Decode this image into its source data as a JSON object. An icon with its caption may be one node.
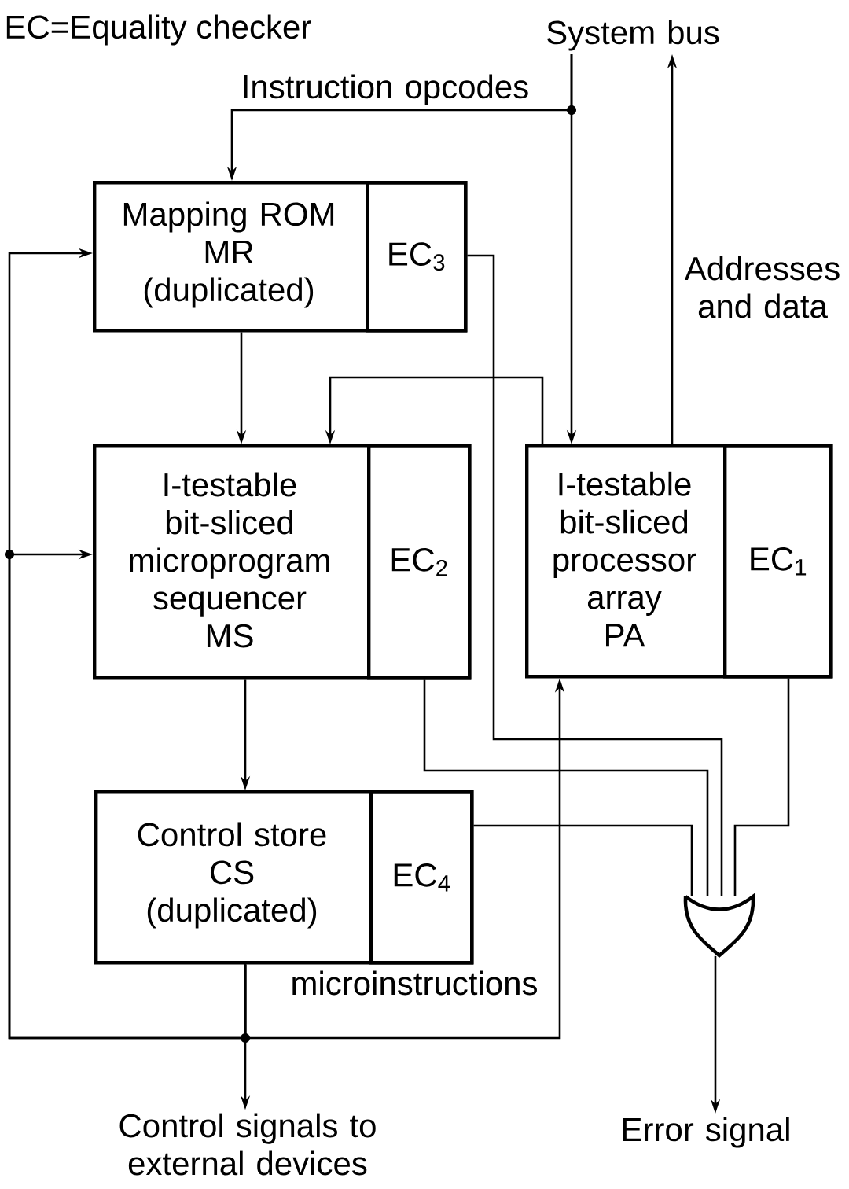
{
  "diagram": {
    "nodes": [
      {
        "text": [
          "Mapping ROM",
          "MR",
          "(duplicated)"
        ]
      },
      {
        "text": [
          "EC$_{3}$"
        ],
        "in": 0
      },
      {
        "text": [
          "I-testable bit-sliced microprogram sequencer",
          "MS"
        ]
      },
      {
        "text": [
          "EC$_{2}$"
        ],
        "in": 2
      },
      {
        "text": [
          "I-testable bit-sliced processor array",
          "PA"
        ]
      },
      {
        "text": [
          "EC$_{1}$"
        ],
        "in": 4
      },
      {
        "text": [
          "Control store",
          "CS",
          "(duplicated)"
        ]
      },
      {
        "text": [
          "EC$_{4}$"
        ],
        "in": 6
      },
      {
        "text": [],
        "shape": "gate"
      },
      {
        "text": [
          "System bus"
        ]
      },
      {
        "text": [
          "Control signals to external devices"
        ]
      },
      {
        "text": [
          "Error signal"
        ]
      }
    ],
    "edges": [
      {
        "from": 9,
        "to": 0,
        "arrow": "to",
        "label": "Instruction opcodes"
      },
      {
        "from": 9,
        "to": 4,
        "arrow": "to"
      },
      {
        "from": 4,
        "to": 9,
        "arrow": "to",
        "label": "Addresses and data"
      },
      {
        "from": 0,
        "to": 2,
        "arrow": "to"
      },
      {
        "from": 4,
        "to": 2,
        "arrow": "to"
      },
      {
        "from": 2,
        "to": 6,
        "arrow": "to"
      },
      {
        "from": 6,
        "to": 10,
        "arrow": "to",
        "label": "microinstructions"
      },
      {
        "from": 6,
        "to": 0,
        "arrow": "to"
      },
      {
        "from": 6,
        "to": 2,
        "arrow": "to"
      },
      {
        "from": 6,
        "to": 4,
        "arrow": "to"
      },
      {
        "from": 1,
        "to": 8,
        "arrow": "none"
      },
      {
        "from": 3,
        "to": 8,
        "arrow": "none"
      },
      {
        "from": 5,
        "to": 8,
        "arrow": "none"
      },
      {
        "from": 7,
        "to": 8,
        "arrow": "none"
      },
      {
        "from": 8,
        "to": 11,
        "arrow": "to"
      }
    ],
    "labels": [
      "EC=Equality checker"
    ]
  }
}
